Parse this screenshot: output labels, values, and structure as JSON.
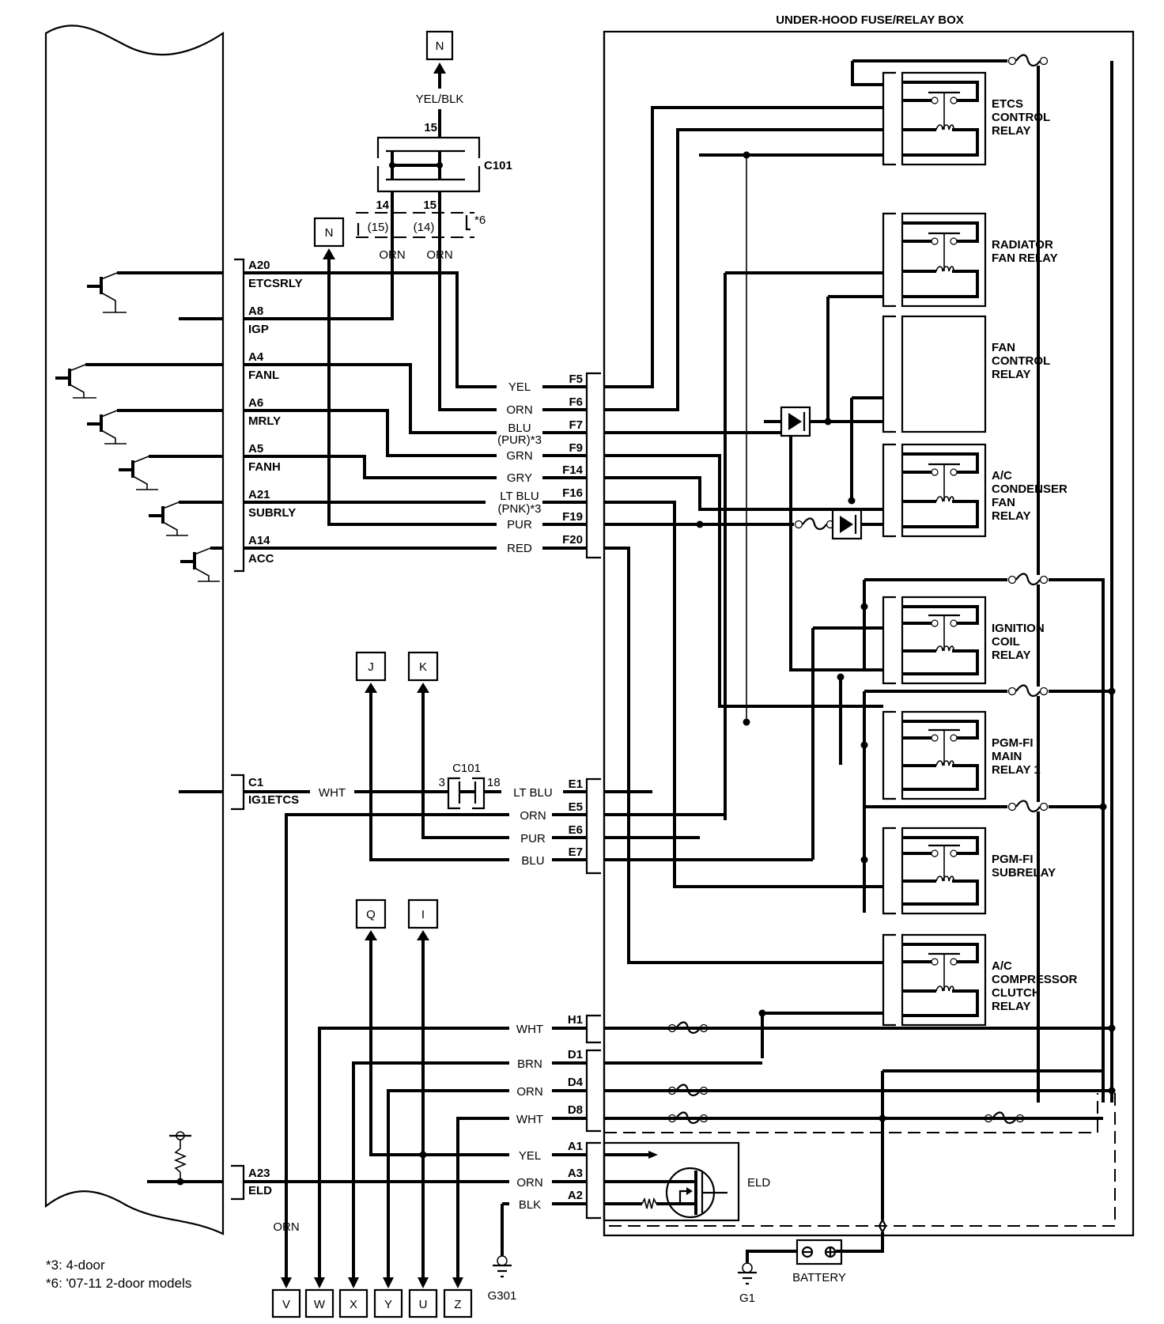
{
  "diagram": {
    "title": "UNDER-HOOD FUSE/RELAY BOX",
    "connector_c101": {
      "label": "C101",
      "top_pin": "15",
      "bottom_pins": [
        "14",
        "15"
      ],
      "alt_pins": [
        "(15)",
        "(14)"
      ],
      "alt_note": "*6",
      "top_wire": "YEL/BLK",
      "bottom_wires": [
        "ORN",
        "ORN"
      ]
    },
    "connector_c101_lower": {
      "label": "C101",
      "left_pin": "3",
      "right_pin": "18"
    },
    "ecm_pins": [
      {
        "pin": "A20",
        "name": "ETCSRLY"
      },
      {
        "pin": "A8",
        "name": "IGP"
      },
      {
        "pin": "A4",
        "name": "FANL"
      },
      {
        "pin": "A6",
        "name": "MRLY"
      },
      {
        "pin": "A5",
        "name": "FANH"
      },
      {
        "pin": "A21",
        "name": "SUBRLY"
      },
      {
        "pin": "A14",
        "name": "ACC"
      },
      {
        "pin": "C1",
        "name": "IG1ETCS"
      },
      {
        "pin": "A23",
        "name": "ELD"
      }
    ],
    "f_connector": [
      {
        "pin": "F5",
        "wire": "YEL"
      },
      {
        "pin": "F6",
        "wire": "ORN"
      },
      {
        "pin": "F7",
        "wire": "BLU",
        "alt": "(PUR)*3"
      },
      {
        "pin": "F9",
        "wire": "GRN"
      },
      {
        "pin": "F14",
        "wire": "GRY"
      },
      {
        "pin": "F16",
        "wire": "LT BLU",
        "alt": "(PNK)*3"
      },
      {
        "pin": "F19",
        "wire": "PUR"
      },
      {
        "pin": "F20",
        "wire": "RED"
      }
    ],
    "e_connector": [
      {
        "pin": "E1",
        "wire": "LT BLU"
      },
      {
        "pin": "E5",
        "wire": "ORN"
      },
      {
        "pin": "E6",
        "wire": "PUR"
      },
      {
        "pin": "E7",
        "wire": "BLU"
      }
    ],
    "h_connector": [
      {
        "pin": "H1",
        "wire": "WHT"
      }
    ],
    "d_connector": [
      {
        "pin": "D1",
        "wire": "BRN"
      },
      {
        "pin": "D4",
        "wire": "ORN"
      },
      {
        "pin": "D8",
        "wire": "WHT"
      }
    ],
    "a_connector": [
      {
        "pin": "A1",
        "wire": "YEL"
      },
      {
        "pin": "A3",
        "wire": "ORN"
      },
      {
        "pin": "A2",
        "wire": "BLK"
      }
    ],
    "c1_wire": "WHT",
    "orn_down_wire": "ORN",
    "relays": [
      [
        "ETCS",
        "CONTROL",
        "RELAY"
      ],
      [
        "RADIATOR",
        "FAN RELAY"
      ],
      [
        "FAN",
        "CONTROL",
        "RELAY"
      ],
      [
        "A/C",
        "CONDENSER",
        "FAN",
        "RELAY"
      ],
      [
        "IGNITION",
        "COIL",
        "RELAY"
      ],
      [
        "PGM-FI",
        "MAIN",
        "RELAY 1"
      ],
      [
        "PGM-FI",
        "SUBRELAY"
      ],
      [
        "A/C",
        "COMPRESSOR",
        "CLUTCH",
        "RELAY"
      ]
    ],
    "eld_label": "ELD",
    "battery_label": "BATTERY",
    "grounds": [
      "G1",
      "G301"
    ],
    "ref_boxes_top": [
      "N",
      "N"
    ],
    "ref_boxes_mid": [
      "J",
      "K"
    ],
    "ref_boxes_q": [
      "Q",
      "I"
    ],
    "ref_boxes_bottom": [
      "V",
      "W",
      "X",
      "Y",
      "U",
      "Z"
    ],
    "notes": [
      "*3: 4-door",
      "*6: '07-11 2-door models"
    ]
  }
}
